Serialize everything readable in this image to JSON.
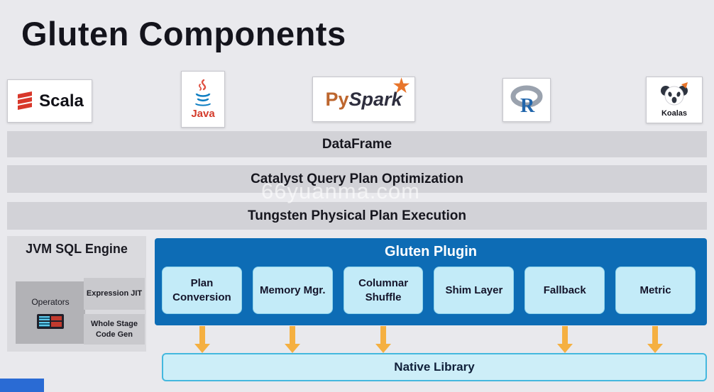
{
  "title": "Gluten Components",
  "watermark": "66yuanma.com",
  "logos": {
    "scala": {
      "label": "Scala"
    },
    "java": {
      "label": "Java"
    },
    "pyspark": {
      "py": "Py",
      "spark": "Spark",
      "star": "★"
    },
    "r": {
      "letter": "R"
    },
    "koalas": {
      "label": "Koalas"
    }
  },
  "layers": [
    "DataFrame",
    "Catalyst Query Plan Optimization",
    "Tungsten Physical Plan Execution"
  ],
  "jvm_engine": {
    "title": "JVM SQL Engine",
    "operators_label": "Operators",
    "expression_jit": "Expression JIT",
    "whole_stage_code_gen": "Whole Stage Code Gen"
  },
  "gluten_plugin": {
    "title": "Gluten Plugin",
    "modules": [
      "Plan Conversion",
      "Memory Mgr.",
      "Columnar Shuffle",
      "Shim Layer",
      "Fallback",
      "Metric"
    ]
  },
  "native_library": "Native Library",
  "colors": {
    "background": "#e9e9ed",
    "layer_bar": "#d2d2d7",
    "plugin_blue": "#0d6cb5",
    "module_fill": "#c3ebf8",
    "arrow_orange": "#f5b041",
    "native_fill": "#cdeef8",
    "native_border": "#44b8de"
  }
}
